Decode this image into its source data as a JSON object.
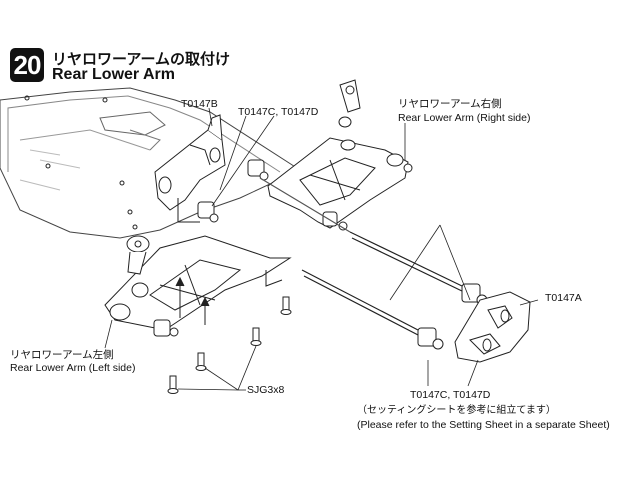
{
  "step": {
    "number": "20",
    "title_jp": "リヤロワーアームの取付け",
    "title_en": "Rear Lower Arm"
  },
  "labels": {
    "t0147b": "T0147B",
    "t0147c_d_top": "T0147C, T0147D",
    "right_jp": "リヤロワーアーム右側",
    "right_en": "Rear Lower Arm (Right side)",
    "t0147a": "T0147A",
    "left_jp": "リヤロワーアーム左側",
    "left_en": "Rear Lower Arm (Left side)",
    "sjg": "SJG3x8",
    "t0147c_d_bottom": "T0147C, T0147D",
    "note_jp": "（セッティングシートを参考に組立てます）",
    "note_en": "(Please refer to the Setting Sheet in a separate Sheet)"
  }
}
